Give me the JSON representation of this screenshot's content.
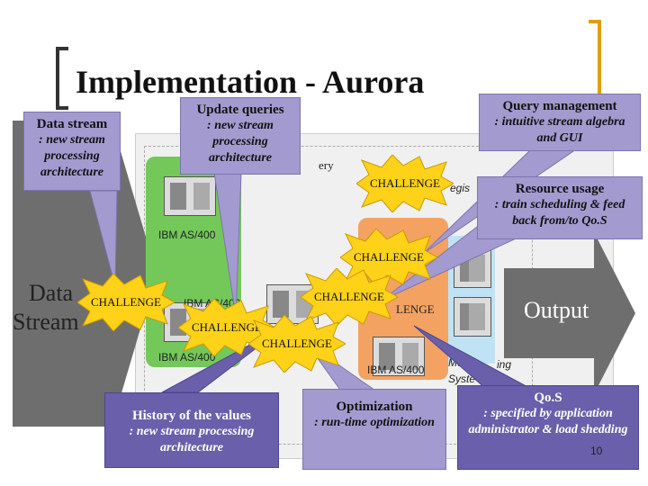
{
  "title": "Implementation - Aurora",
  "labels": {
    "data": "Data",
    "stream": "Stream",
    "output": "Output",
    "ibm": "IBM AS/400",
    "query_fragment": "ery",
    "regis_fragment": "egis",
    "lenge_fragment": "LENGE",
    "mo_fragment": "Mo",
    "ing_fragment": "ing",
    "syste_fragment": "Syste",
    "page_number": "10"
  },
  "callouts": [
    {
      "id": "data-stream",
      "head": "Data stream",
      "body": ": new stream processing architecture"
    },
    {
      "id": "update-queries",
      "head": "Update queries",
      "body": ": new stream processing architecture"
    },
    {
      "id": "query-management",
      "head": "Query management",
      "body": ": intuitive stream algebra and GUI"
    },
    {
      "id": "resource-usage",
      "head": "Resource usage",
      "body": ": train scheduling & feed back from/to Qo.S"
    },
    {
      "id": "history",
      "head": "History of the values",
      "body": ": new stream processing architecture"
    },
    {
      "id": "optimization",
      "head": "Optimization",
      "body": ": run-time optimization"
    },
    {
      "id": "qos",
      "head": "Qo.S",
      "body": ": specified by application administrator & load shedding"
    }
  ],
  "challenge": "CHALLENGE",
  "colors": {
    "callout": "#a39bcf",
    "callout_dark": "#6a5fab",
    "burst": "#ffd21a",
    "arrow": "#666666",
    "green": "#74c85a",
    "orange": "#f4a261"
  }
}
